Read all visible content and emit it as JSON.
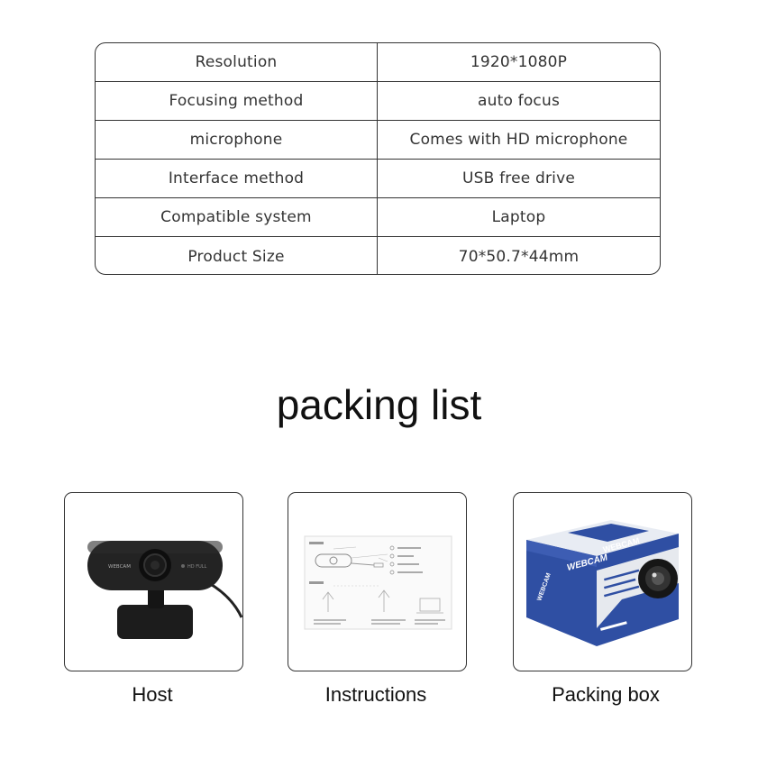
{
  "specs": [
    {
      "label": "Resolution",
      "value": "1920*1080P"
    },
    {
      "label": "Focusing method",
      "value": "auto focus"
    },
    {
      "label": "microphone",
      "value": "Comes with HD microphone"
    },
    {
      "label": "Interface method",
      "value": "USB free drive"
    },
    {
      "label": "Compatible system",
      "value": "Laptop"
    },
    {
      "label": "Product Size",
      "value": "70*50.7*44mm"
    }
  ],
  "packing": {
    "title": "packing list",
    "items": [
      {
        "caption": "Host",
        "icon": "webcam-icon",
        "brand_text": "WEBCAM",
        "hd_text": "HD FULL"
      },
      {
        "caption": "Instructions",
        "icon": "instruction-sheet-icon"
      },
      {
        "caption": "Packing box",
        "icon": "webcam-box-icon",
        "box_text": "WEBCAM"
      }
    ]
  },
  "colors": {
    "box_blue": "#2f4fa3",
    "camera_black": "#1a1a1a"
  }
}
